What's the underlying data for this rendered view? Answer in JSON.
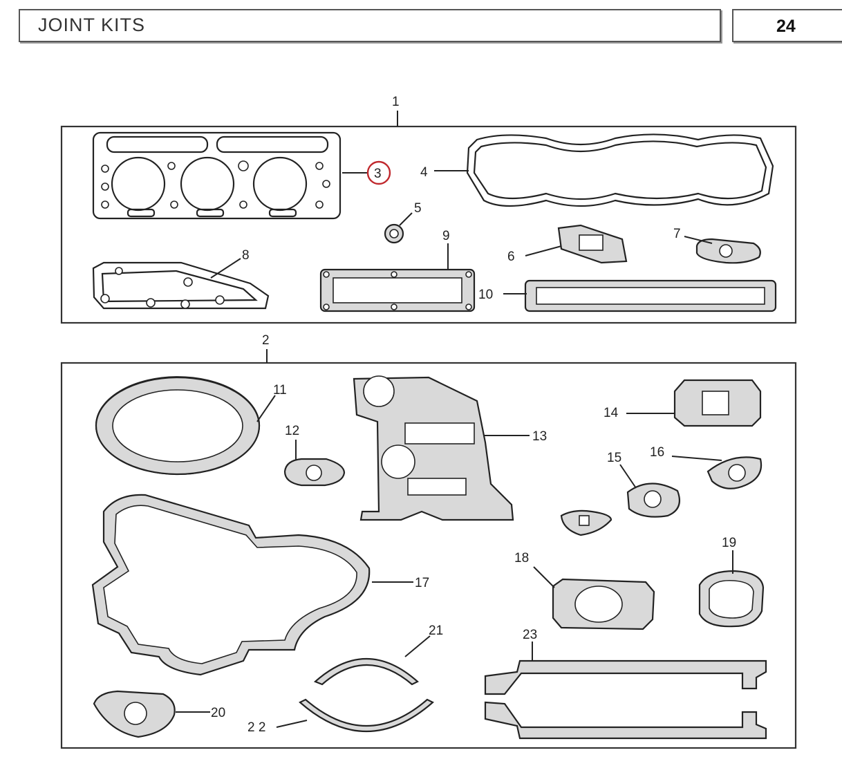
{
  "header": {
    "title": "JOINT KITS",
    "page_number": "24"
  },
  "kits": [
    {
      "label": "1"
    },
    {
      "label": "2"
    }
  ],
  "parts": {
    "p3": "3",
    "p4": "4",
    "p5": "5",
    "p6": "6",
    "p7": "7",
    "p8": "8",
    "p9": "9",
    "p10": "10",
    "p11": "11",
    "p12": "12",
    "p13": "13",
    "p14": "14",
    "p15": "15",
    "p16": "16",
    "p17": "17",
    "p18": "18",
    "p19": "19",
    "p20": "20",
    "p21": "21",
    "p22": "2 2",
    "p23": "23"
  },
  "highlight": {
    "part": "3",
    "color": "#c0282d"
  }
}
